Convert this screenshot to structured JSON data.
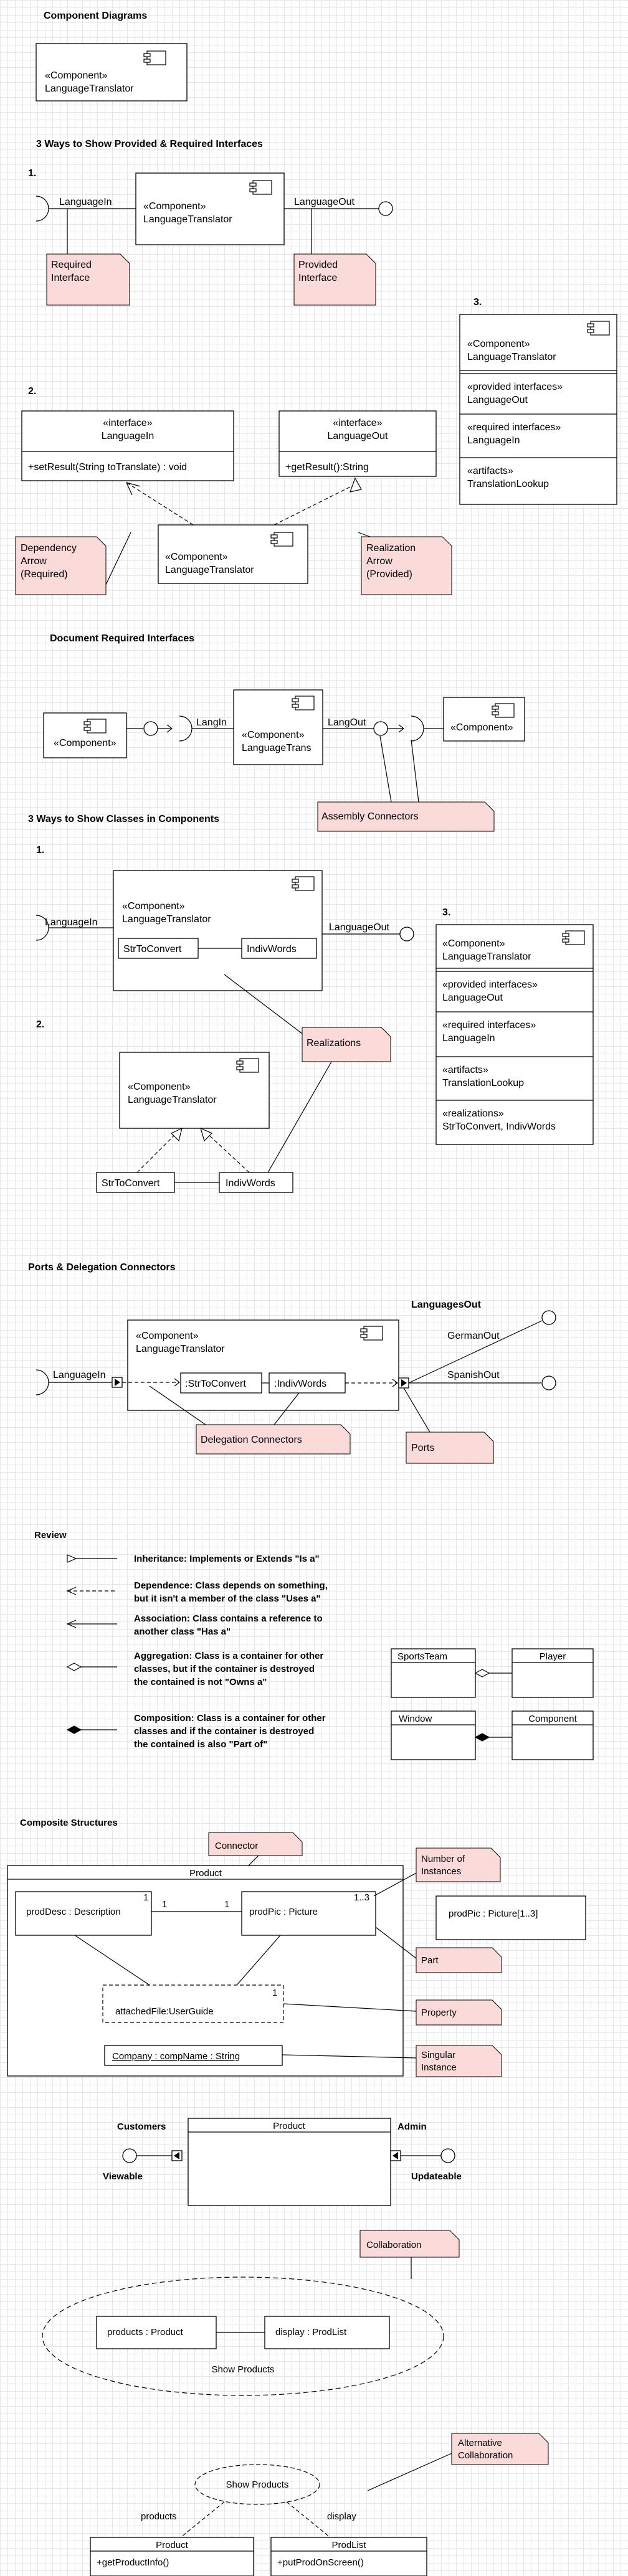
{
  "s1": {
    "title": "Component Diagrams",
    "box": [
      "«Component»",
      "LanguageTranslator"
    ]
  },
  "s2": {
    "title": "3 Ways to Show Provided & Required Interfaces",
    "n1": "1.",
    "n2": "2.",
    "n3": "3.",
    "lang_in": "LanguageIn",
    "lang_out": "LanguageOut",
    "comp": [
      "«Component»",
      "LanguageTranslator"
    ],
    "note_required": [
      "Required",
      "Interface"
    ],
    "note_provided": [
      "Provided",
      "Interface"
    ],
    "iface_in": [
      "«interface»",
      "LanguageIn",
      "+setResult(String toTranslate) : void"
    ],
    "iface_out": [
      "«interface»",
      "LanguageOut",
      "+getResult():String"
    ],
    "note_dependency": [
      "Dependency",
      "Arrow",
      "(Required)"
    ],
    "note_realization": [
      "Realization",
      "Arrow",
      "(Provided)"
    ],
    "box3": [
      "«Component»",
      "LanguageTranslator",
      "«provided interfaces»",
      "LanguageOut",
      "«required interfaces»",
      "LanguageIn",
      "«artifacts»",
      "TranslationLookup"
    ]
  },
  "s3": {
    "title": "Document Required Interfaces",
    "comp_left": "«Component»",
    "lang_in": "LangIn",
    "comp_mid": [
      "«Component»",
      "LanguageTrans"
    ],
    "lang_out": "LangOut",
    "comp_right": "«Component»",
    "note": "Assembly Connectors"
  },
  "s4": {
    "title": "3 Ways to Show Classes in Components",
    "n1": "1.",
    "n2": "2.",
    "n3": "3.",
    "lang_in": "LanguageIn",
    "lang_out": "LanguageOut",
    "comp": [
      "«Component»",
      "LanguageTranslator"
    ],
    "class1": "StrToConvert",
    "class2": "IndivWords",
    "note": "Realizations",
    "box3": [
      "«Component»",
      "LanguageTranslator",
      "«provided interfaces»",
      "LanguageOut",
      "«required interfaces»",
      "LanguageIn",
      "«artifacts»",
      "TranslationLookup",
      "«realizations»",
      "StrToConvert, IndivWords"
    ]
  },
  "s5": {
    "title": "Ports & Delegation Connectors",
    "languages_out": "LanguagesOut",
    "german": "GermanOut",
    "spanish": "SpanishOut",
    "lang_in": "LanguageIn",
    "comp": [
      "«Component»",
      "LanguageTranslator"
    ],
    "part1": ":StrToConvert",
    "part2": ":IndivWords",
    "note_delegation": "Delegation Connectors",
    "note_ports": "Ports"
  },
  "review": {
    "title": "Review",
    "items": [
      {
        "lines": [
          "Inheritance: Implements or Extends \"Is a\""
        ]
      },
      {
        "lines": [
          "Dependence: Class depends on something,",
          "but it isn't a member of the class \"Uses a\""
        ]
      },
      {
        "lines": [
          "Association: Class contains a reference to",
          "another class \"Has a\""
        ]
      },
      {
        "lines": [
          "Aggregation: Class is a container for other",
          "classes, but if the container is destroyed",
          "the contained is not \"Owns a\""
        ]
      },
      {
        "lines": [
          "Composition: Class is a container for other",
          "classes and if the container is destroyed",
          "the contained is also \"Part of\""
        ]
      }
    ],
    "agg_left": "SportsTeam",
    "agg_right": "Player",
    "comp_left": "Window",
    "comp_right": "Component"
  },
  "composite": {
    "title": "Composite Structures",
    "note_connector": "Connector",
    "product": "Product",
    "prod_desc": "prodDesc : Description",
    "prod_pic": "prodPic : Picture",
    "mult_1a": "1",
    "mult_1b": "1",
    "mult_1c": "1",
    "mult_13": "1..3",
    "mult_1d": "1",
    "attached": "attachedFile:UserGuide",
    "company": "Company : compName : String",
    "note_instances": [
      "Number of",
      "Instances"
    ],
    "prod_pic_multi": "prodPic : Picture[1..3]",
    "note_part": "Part",
    "note_property": "Property",
    "note_singular": [
      "Singular",
      "Instance"
    ]
  },
  "ports2": {
    "customers": "Customers",
    "admin": "Admin",
    "product": "Product",
    "viewable": "Viewable",
    "updateable": "Updateable"
  },
  "collab": {
    "note": "Collaboration",
    "products": "products : Product",
    "display": "display : ProdList",
    "show": "Show Products",
    "note_alt": [
      "Alternative",
      "Collaboration"
    ],
    "show2": "Show Products",
    "role_products": "products",
    "role_display": "display",
    "class_product": "Product",
    "method_product": "+getProductInfo()",
    "class_prodlist": "ProdList",
    "method_prodlist": "+putProdOnScreen()"
  }
}
